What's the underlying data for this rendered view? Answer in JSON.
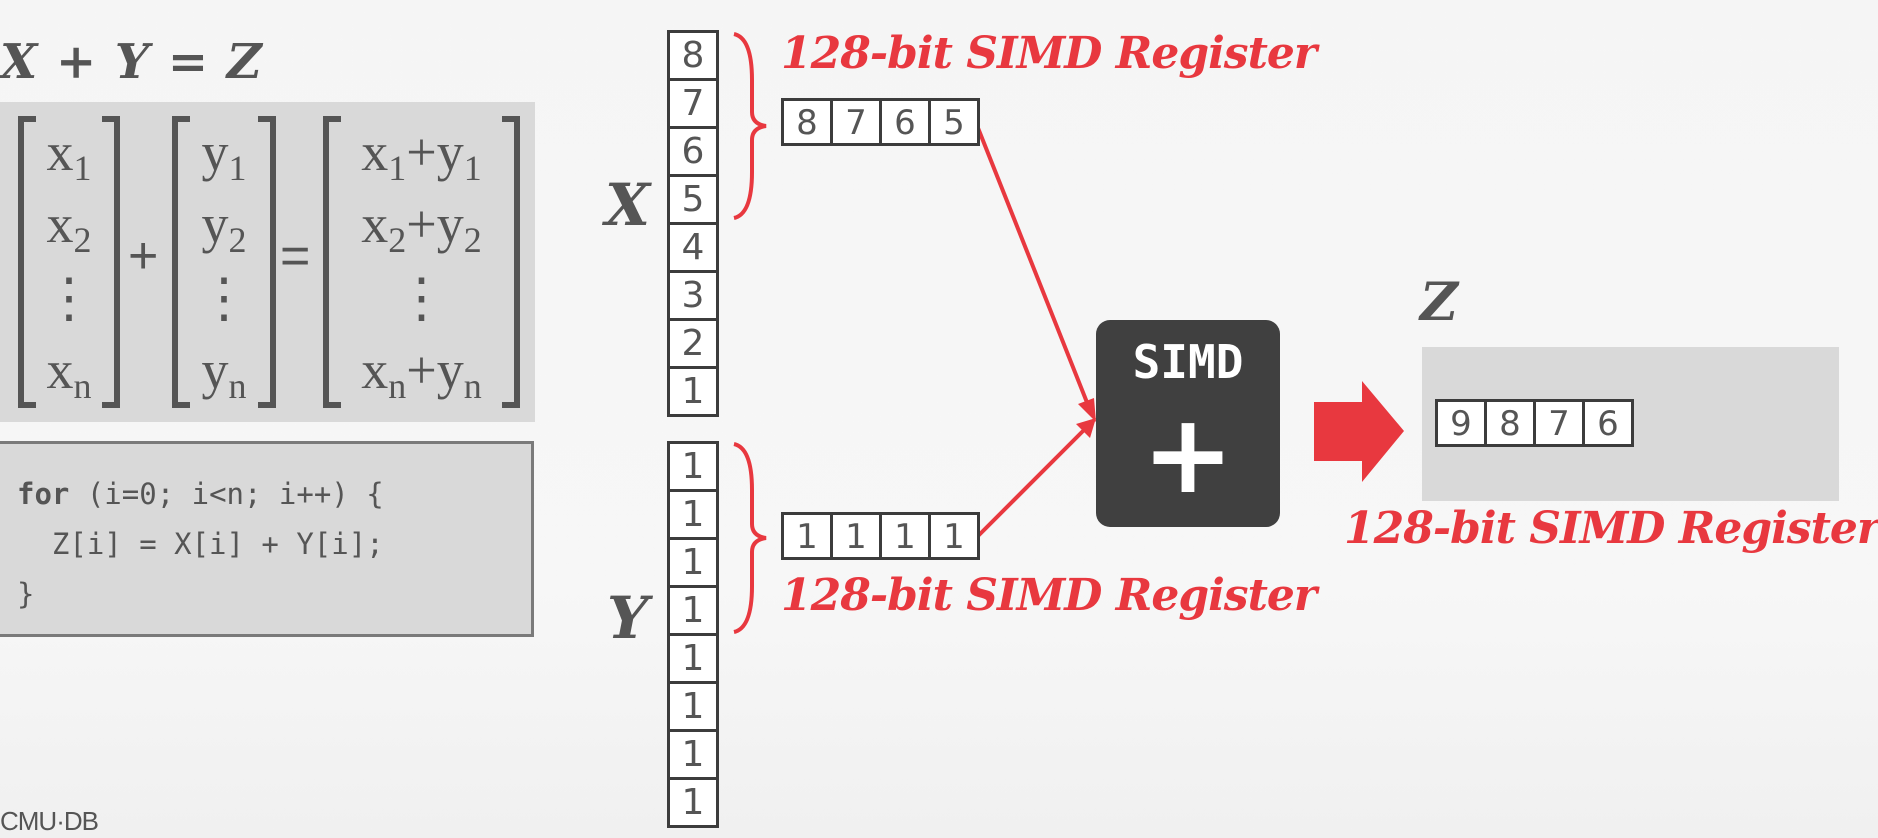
{
  "title": "X + Y = Z",
  "matrix": {
    "x": [
      {
        "b": "x",
        "s": "1"
      },
      {
        "b": "x",
        "s": "2"
      },
      {
        "b": "⋮",
        "s": ""
      },
      {
        "b": "x",
        "s": "n"
      }
    ],
    "y": [
      {
        "b": "y",
        "s": "1"
      },
      {
        "b": "y",
        "s": "2"
      },
      {
        "b": "⋮",
        "s": ""
      },
      {
        "b": "y",
        "s": "n"
      }
    ],
    "z": [
      {
        "b": "x",
        "s": "1",
        "b2": "+y",
        "s2": "1"
      },
      {
        "b": "x",
        "s": "2",
        "b2": "+y",
        "s2": "2"
      },
      {
        "b": "⋮",
        "s": "",
        "b2": "",
        "s2": ""
      },
      {
        "b": "x",
        "s": "n",
        "b2": "+y",
        "s2": "n"
      }
    ],
    "plus": "+",
    "equals": "="
  },
  "code": {
    "keyword": "for",
    "line1_rest": " (i=0; i<n; i++) {",
    "line2": "  Z[i] = X[i] + Y[i];",
    "line3": "}"
  },
  "x_vector": {
    "label": "X",
    "values": [
      "8",
      "7",
      "6",
      "5",
      "4",
      "3",
      "2",
      "1"
    ]
  },
  "y_vector": {
    "label": "Y",
    "values": [
      "1",
      "1",
      "1",
      "1",
      "1",
      "1",
      "1",
      "1"
    ]
  },
  "x_register": [
    "8",
    "7",
    "6",
    "5"
  ],
  "y_register": [
    "1",
    "1",
    "1",
    "1"
  ],
  "z_register": [
    "9",
    "8",
    "7",
    "6"
  ],
  "z_label": "Z",
  "register_label": "128-bit SIMD Register",
  "simd_unit": {
    "label": "SIMD",
    "op": "+"
  },
  "logo": "CMU·DB",
  "colors": {
    "accent": "#e8383f",
    "dark": "#404040",
    "panel": "#d9d9d9"
  }
}
